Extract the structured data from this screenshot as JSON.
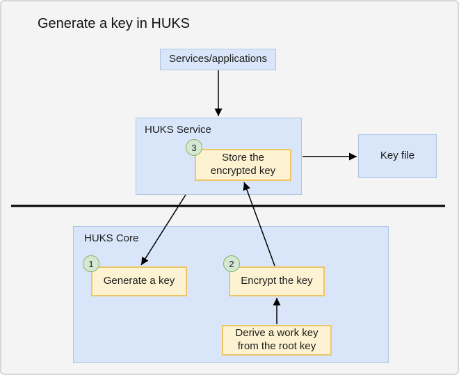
{
  "diagram": {
    "title": "Generate a key in HUKS",
    "nodes": {
      "services": {
        "label": "Services/applications"
      },
      "huks_service": {
        "label": "HUKS Service"
      },
      "key_file": {
        "label": "Key file"
      },
      "huks_core": {
        "label": "HUKS Core"
      },
      "store": {
        "label": "Store the encrypted key",
        "step": "3"
      },
      "generate": {
        "label": "Generate a key",
        "step": "1"
      },
      "encrypt": {
        "label": "Encrypt the key",
        "step": "2"
      },
      "derive": {
        "label": "Derive a work key from the root key"
      }
    },
    "colors": {
      "background": "#f4f4f4",
      "canvas_border": "#d8d8d8",
      "blue_fill": "#d9e6f9",
      "blue_border": "#b0c4e4",
      "yellow_fill": "#fdf3d2",
      "yellow_border": "#f0c567",
      "green_fill": "#d5e8d4",
      "green_border": "#82b366",
      "arrow": "#000000",
      "text": "#1c1c1c"
    }
  }
}
